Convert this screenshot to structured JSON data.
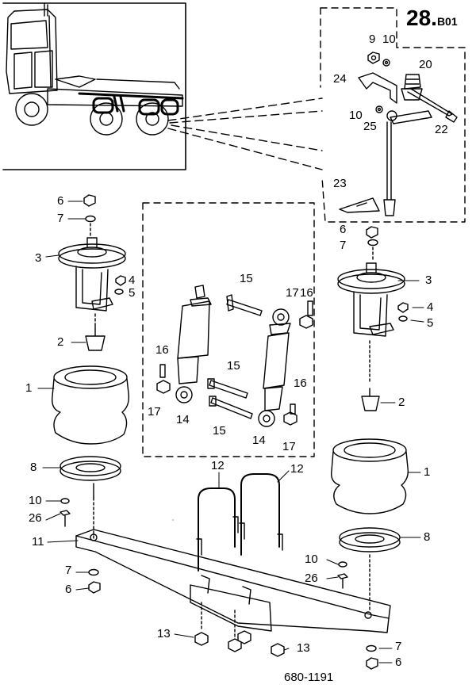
{
  "header": {
    "title_main": "28.",
    "title_sub": "B01"
  },
  "footer": {
    "doc_number": "680-1191"
  },
  "labels": {
    "l1a": "1",
    "l1b": "1",
    "l2a": "2",
    "l2b": "2",
    "l3a": "3",
    "l3b": "3",
    "l4a": "4",
    "l4b": "4",
    "l5a": "5",
    "l5b": "5",
    "l6a": "6",
    "l6b": "6",
    "l6c": "6",
    "l6d": "6",
    "l7a": "7",
    "l7b": "7",
    "l7c": "7",
    "l7d": "7",
    "l8a": "8",
    "l8b": "8",
    "l9": "9",
    "l10a": "10",
    "l10b": "10",
    "l10c": "10",
    "l10d": "10",
    "l11": "11",
    "l12a": "12",
    "l12b": "12",
    "l13a": "13",
    "l13b": "13",
    "l14a": "14",
    "l14b": "14",
    "l15a": "15",
    "l15b": "15",
    "l15c": "15",
    "l16a": "16",
    "l16b": "16",
    "l16c": "16",
    "l17a": "17",
    "l17b": "17",
    "l17c": "17",
    "l20": "20",
    "l22": "22",
    "l23": "23",
    "l24": "24",
    "l25": "25",
    "l26a": "26",
    "l26b": "26"
  }
}
